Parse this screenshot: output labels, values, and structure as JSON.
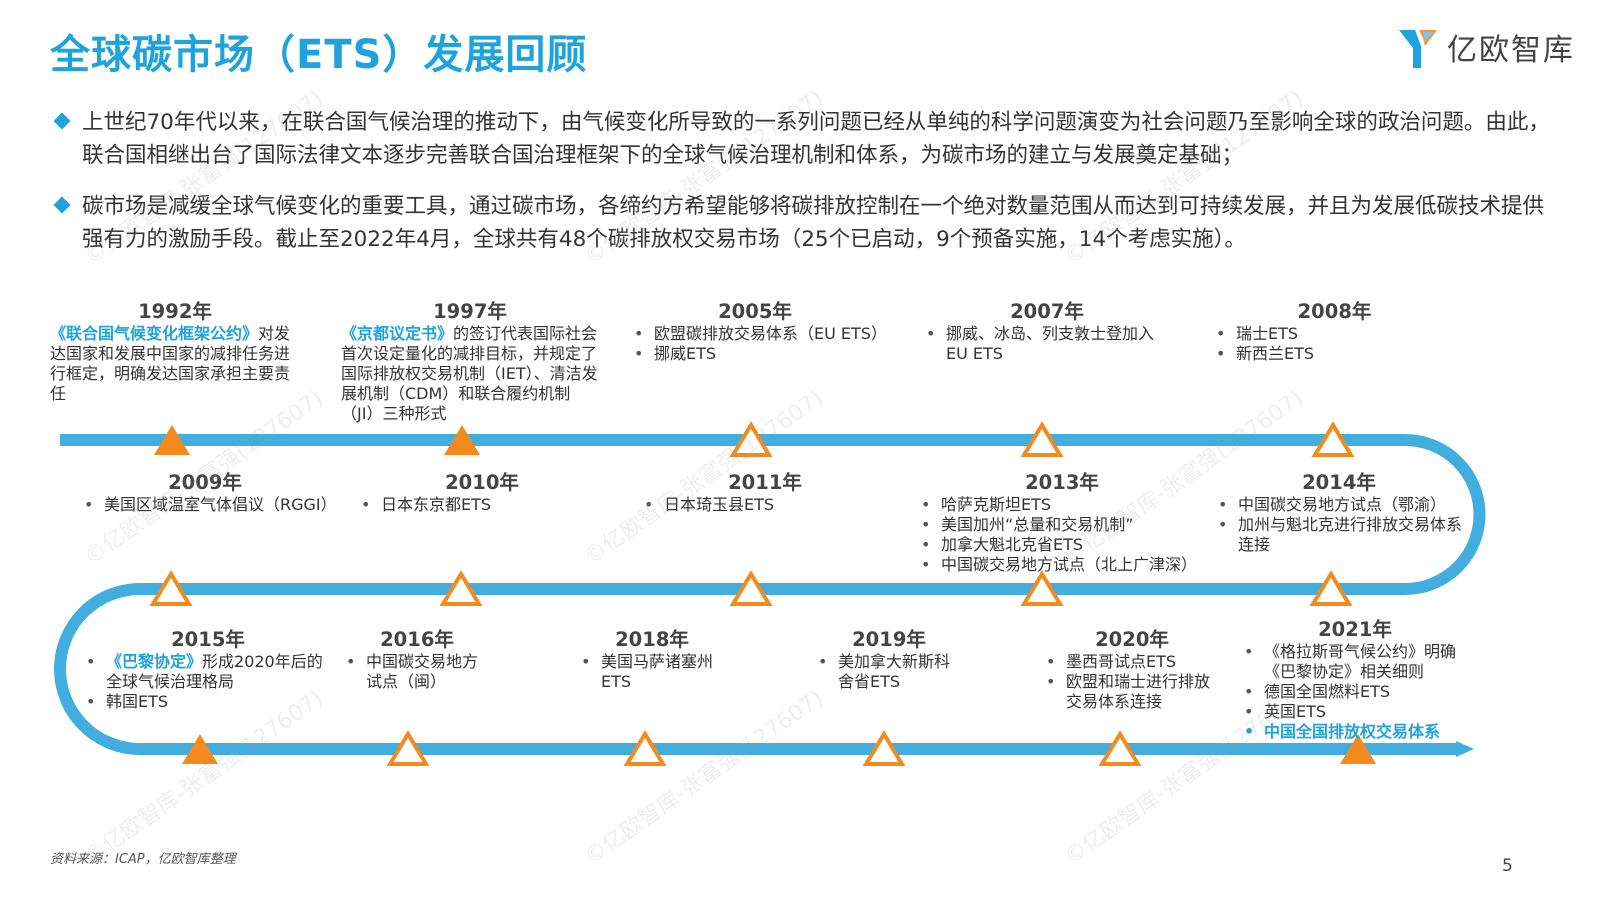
{
  "title": "全球碳市场（ETS）发展回顾",
  "logo_text": "亿欧智库",
  "bullets": [
    "上世纪70年代以来，在联合国气候治理的推动下，由气候变化所导致的一系列问题已经从单纯的科学问题演变为社会问题乃至影响全球的政治问题。由此，联合国相继出台了国际法律文本逐步完善联合国治理框架下的全球气候治理机制和体系，为碳市场的建立与发展奠定基础；",
    "碳市场是减缓全球气候变化的重要工具，通过碳市场，各缔约方希望能够将碳排放控制在一个绝对数量范围从而达到可持续发展，并且为发展低碳技术提供强有力的激励手段。截止至2022年4月，全球共有48个碳排放权交易市场（25个已启动，9个预备实施，14个考虑实施）。"
  ],
  "events": {
    "y1992": {
      "year": "1992年",
      "highlight": "《联合国气候变化框架公约》",
      "text": "对发达国家和发展中国家的减排任务进行框定，明确发达国家承担主要责任"
    },
    "y1997": {
      "year": "1997年",
      "highlight": "《京都议定书》",
      "text": "的签订代表国际社会首次设定量化的减排目标，并规定了国际排放权交易机制（IET）、清洁发展机制（CDM）和联合履约机制（JI）三种形式"
    },
    "y2005": {
      "year": "2005年",
      "items": [
        "欧盟碳排放交易体系（EU ETS）",
        "挪威ETS"
      ]
    },
    "y2007": {
      "year": "2007年",
      "items": [
        "挪威、冰岛、列支敦士登加入EU ETS"
      ]
    },
    "y2008": {
      "year": "2008年",
      "items": [
        "瑞士ETS",
        "新西兰ETS"
      ]
    },
    "y2009": {
      "year": "2009年",
      "items": [
        "美国区域温室气体倡议（RGGI）"
      ]
    },
    "y2010": {
      "year": "2010年",
      "items": [
        "日本东京都ETS"
      ]
    },
    "y2011": {
      "year": "2011年",
      "items": [
        "日本琦玉县ETS"
      ]
    },
    "y2013": {
      "year": "2013年",
      "items": [
        "哈萨克斯坦ETS",
        "美国加州“总量和交易机制”",
        "加拿大魁北克省ETS",
        "中国碳交易地方试点（北上广津深）"
      ]
    },
    "y2014": {
      "year": "2014年",
      "items": [
        "中国碳交易地方试点（鄂渝）",
        "加州与魁北克进行排放交易体系连接"
      ]
    },
    "y2015": {
      "year": "2015年",
      "hl_item": "《巴黎协定》",
      "hl_rest": "形成2020年后的全球气候治理格局",
      "items": [
        "韩国ETS"
      ]
    },
    "y2016": {
      "year": "2016年",
      "items": [
        "中国碳交易地方试点（闽）"
      ]
    },
    "y2018": {
      "year": "2018年",
      "items": [
        "美国马萨诸塞州ETS"
      ]
    },
    "y2019": {
      "year": "2019年",
      "items": [
        "美加拿大新斯科舍省ETS"
      ]
    },
    "y2020": {
      "year": "2020年",
      "items": [
        "墨西哥试点ETS",
        "欧盟和瑞士进行排放交易体系连接"
      ]
    },
    "y2021": {
      "year": "2021年",
      "items": [
        "《格拉斯哥气候公约》明确《巴黎协定》相关细则",
        "德国全国燃料ETS",
        "英国ETS"
      ],
      "hl_item": "中国全国排放权交易体系"
    }
  },
  "source": "资料来源：ICAP，亿欧智库整理",
  "page_number": "5",
  "watermark": "©亿欧智库-张富强(127607)",
  "colors": {
    "accent_blue": "#1fa3dc",
    "timeline_blue": "#42aee0",
    "orange": "#f28a1e"
  }
}
